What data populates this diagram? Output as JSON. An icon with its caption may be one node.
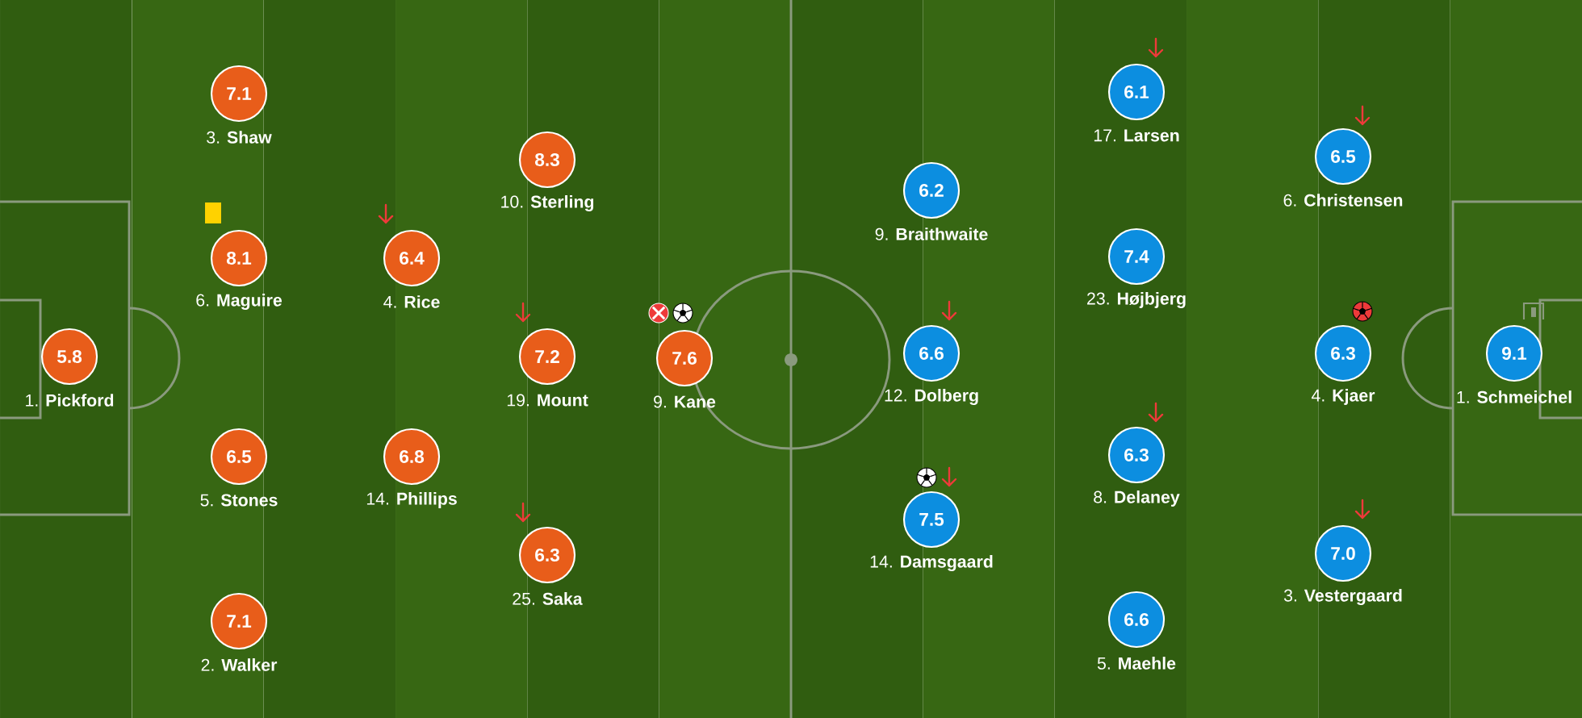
{
  "diagram": {
    "nodes": [
      {
        "text": [
          "5.8"
        ],
        "beside": [
          "1. **Pickford**"
        ]
      },
      {
        "text": [
          "7.1"
        ],
        "beside": [
          "3. **Shaw**"
        ]
      },
      {
        "text": [
          "8.1"
        ],
        "beside": [
          "6. **Maguire**"
        ]
      },
      {
        "text": [
          "6.5"
        ],
        "beside": [
          "5. **Stones**"
        ]
      },
      {
        "text": [
          "7.1"
        ],
        "beside": [
          "2. **Walker**"
        ]
      },
      {
        "text": [
          "6.4"
        ],
        "beside": [
          "4. **Rice**"
        ]
      },
      {
        "text": [
          "6.8"
        ],
        "beside": [
          "14. **Phillips**"
        ]
      },
      {
        "text": [
          "8.3"
        ],
        "beside": [
          "10. **Sterling**"
        ]
      },
      {
        "text": [
          "7.2"
        ],
        "beside": [
          "19. **Mount**"
        ]
      },
      {
        "text": [
          "6.3"
        ],
        "beside": [
          "25. **Saka**"
        ]
      },
      {
        "text": [
          "7.6"
        ],
        "beside": [
          "9. **Kane**"
        ]
      },
      {
        "text": [
          "6.2"
        ],
        "beside": [
          "9. **Braithwaite**"
        ]
      },
      {
        "text": [
          "6.6"
        ],
        "beside": [
          "12. **Dolberg**"
        ]
      },
      {
        "text": [
          "7.5"
        ],
        "beside": [
          "14. **Damsgaard**"
        ]
      },
      {
        "text": [
          "6.1"
        ],
        "beside": [
          "17. **Larsen**"
        ]
      },
      {
        "text": [
          "7.4"
        ],
        "beside": [
          "23. **Højbjerg**"
        ]
      },
      {
        "text": [
          "6.3"
        ],
        "beside": [
          "8. **Delaney**"
        ]
      },
      {
        "text": [
          "6.6"
        ],
        "beside": [
          "5. **Maehle**"
        ]
      },
      {
        "text": [
          "6.5"
        ],
        "beside": [
          "6. **Christensen**"
        ]
      },
      {
        "text": [
          "6.3"
        ],
        "beside": [
          "4. **Kjaer**"
        ]
      },
      {
        "text": [
          "7.0"
        ],
        "beside": [
          "3. **Vestergaard**"
        ]
      },
      {
        "text": [
          "9.1"
        ],
        "beside": [
          "1. **Schmeichel**"
        ]
      }
    ]
  }
}
